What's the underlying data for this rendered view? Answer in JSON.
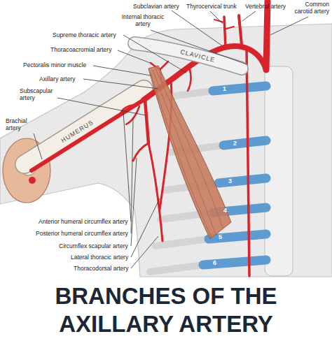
{
  "diagram": {
    "title": "BRANCHES OF THE AXILLARY ARTERY",
    "labels": [
      "Subclavian artery",
      "Thyrocervical trunk",
      "Vertebral artery",
      "Common carotid artery",
      "Internal thoracic artery",
      "Supreme thoracic artery",
      "Thoracoacromial artery",
      "Pectoralis minor muscle",
      "CLAVICLE",
      "Axillary artery",
      "Subscapular artery",
      "1",
      "Brachial artery",
      "HUMERUS",
      "2",
      "3",
      "4",
      "Anterior humeral circumflex artery",
      "Posterior humeral circumflex artery",
      "5",
      "Circumflex scapular artery",
      "Lateral thoracic artery",
      "6",
      "Thoracodorsal artery"
    ]
  }
}
